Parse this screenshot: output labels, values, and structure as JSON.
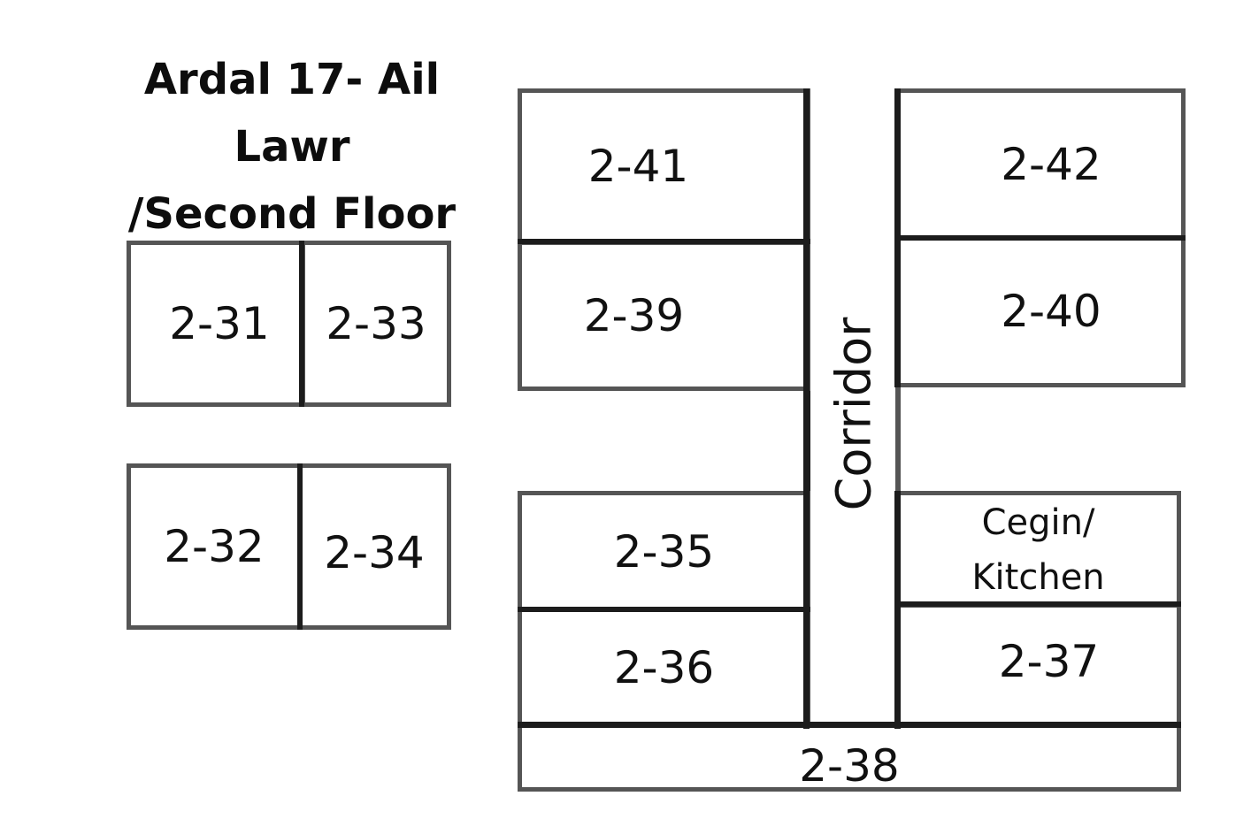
{
  "title": {
    "line1": "Ardal 17- Ail",
    "line2": "Lawr",
    "line3": "/Second Floor"
  },
  "rooms": {
    "r2_31": "2-31",
    "r2_33": "2-33",
    "r2_32": "2-32",
    "r2_34": "2-34",
    "r2_41": "2-41",
    "r2_42": "2-42",
    "r2_39": "2-39",
    "r2_40": "2-40",
    "r2_35": "2-35",
    "r2_36": "2-36",
    "r2_37": "2-37",
    "r2_38": "2-38",
    "kitchen_line1": "Cegin/",
    "kitchen_line2": "Kitchen"
  },
  "corridor": "Corridor",
  "colors": {
    "wall": "#555555",
    "divider": "#1c1c1c",
    "text": "#111111"
  }
}
